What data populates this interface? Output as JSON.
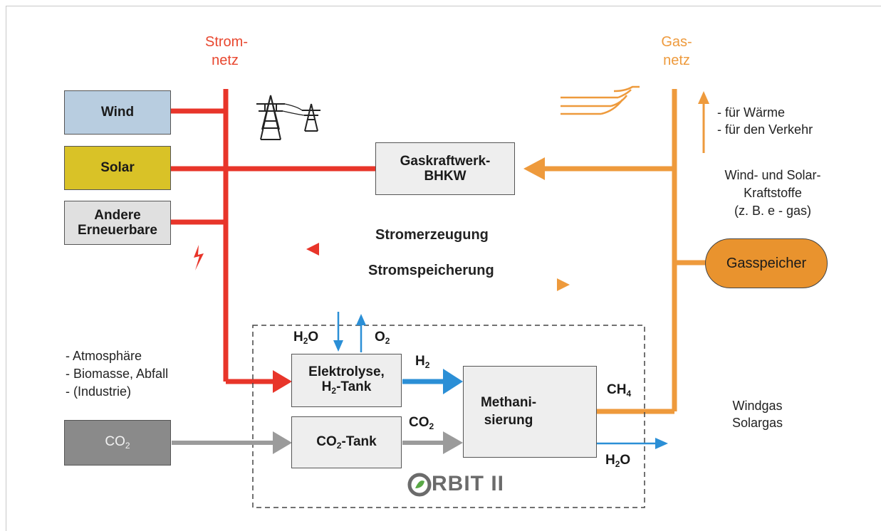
{
  "network_labels": {
    "strom_line1": "Strom-",
    "strom_line2": "netz",
    "gas_line1": "Gas-",
    "gas_line2": "netz"
  },
  "sources": {
    "wind": "Wind",
    "solar": "Solar",
    "andere_line1": "Andere",
    "andere_line2": "Erneuerbare"
  },
  "gaskraftwerk": {
    "line1": "Gaskraftwerk-",
    "line2": "BHKW"
  },
  "usage_notes": {
    "line1": "- für Wärme",
    "line2": "- für den Verkehr"
  },
  "fuels": {
    "line1": "Wind- und Solar-",
    "line2": "Kraftstoffe",
    "line3": "(z. B. e - gas)"
  },
  "gasspeicher": "Gasspeicher",
  "flows": {
    "stromerzeugung": "Stromerzeugung",
    "stromspeicherung": "Stromspeicherung"
  },
  "co2_sources": {
    "line1": "- Atmosphäre",
    "line2": "- Biomasse, Abfall",
    "line3": "- (Industrie)"
  },
  "co2_box": {
    "main": "CO",
    "sub": "2"
  },
  "elektrolyse": {
    "line1": "Elektrolyse,",
    "line2_a": "H",
    "line2_sub": "2",
    "line2_b": "-Tank"
  },
  "co2_tank": {
    "a": "CO",
    "sub": "2",
    "b": "-Tank"
  },
  "methanisierung": {
    "line1": "Methani-",
    "line2": "sierung"
  },
  "molecules": {
    "h2o_in_main": "H",
    "h2o_in_sub": "2",
    "h2o_in_tail": "O",
    "o2_main": "O",
    "o2_sub": "2",
    "h2_main": "H",
    "h2_sub": "2",
    "co2_main": "CO",
    "co2_sub": "2",
    "ch4_main": "CH",
    "ch4_sub": "4",
    "h2o_out_main": "H",
    "h2o_out_sub": "2",
    "h2o_out_tail": "O"
  },
  "products": {
    "line1": "Windgas",
    "line2": "Solargas"
  },
  "orbit_label": {
    "o": "O",
    "rest": "RBIT II"
  },
  "colors": {
    "strom": "#e8352a",
    "gas": "#ee9a3c",
    "water": "#2b8fd6",
    "co2": "#9b9b9b",
    "wind_box": "#b8cde0",
    "solar_box": "#d9c227",
    "andere_box": "#e0e0e0",
    "co2_box": "#8a8a8a",
    "gasspeicher_fill": "#e9932e"
  }
}
